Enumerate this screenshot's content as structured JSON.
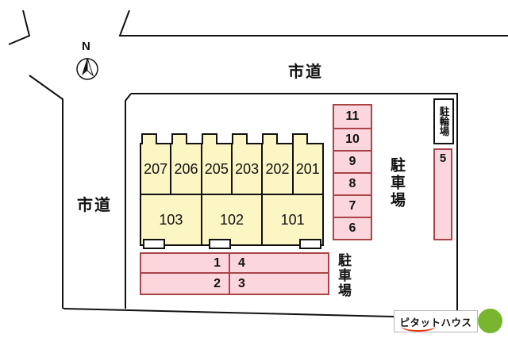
{
  "compass": {
    "label": "N"
  },
  "roads": {
    "top": "市道",
    "left": "市道"
  },
  "building": {
    "upper_units": [
      "207",
      "206",
      "205",
      "203",
      "202",
      "201"
    ],
    "lower_units": [
      "103",
      "102",
      "101"
    ]
  },
  "parking_right": {
    "label": "駐車場",
    "spaces": [
      "11",
      "10",
      "9",
      "8",
      "7",
      "6"
    ]
  },
  "parking_bottom": {
    "label": "駐車場",
    "rows": [
      [
        "1",
        "4"
      ],
      [
        "2",
        "3"
      ]
    ]
  },
  "bicycle": {
    "label": "駐輪場",
    "space": "5"
  },
  "logo": {
    "brand": "ピタットハウス"
  },
  "colors": {
    "building_fill": "#fcf5c4",
    "parking_fill": "#fbd7dd",
    "parking_border": "#a84448",
    "outline": "#111111",
    "logo_green": "#79b52e",
    "logo_red": "#e8380d"
  }
}
